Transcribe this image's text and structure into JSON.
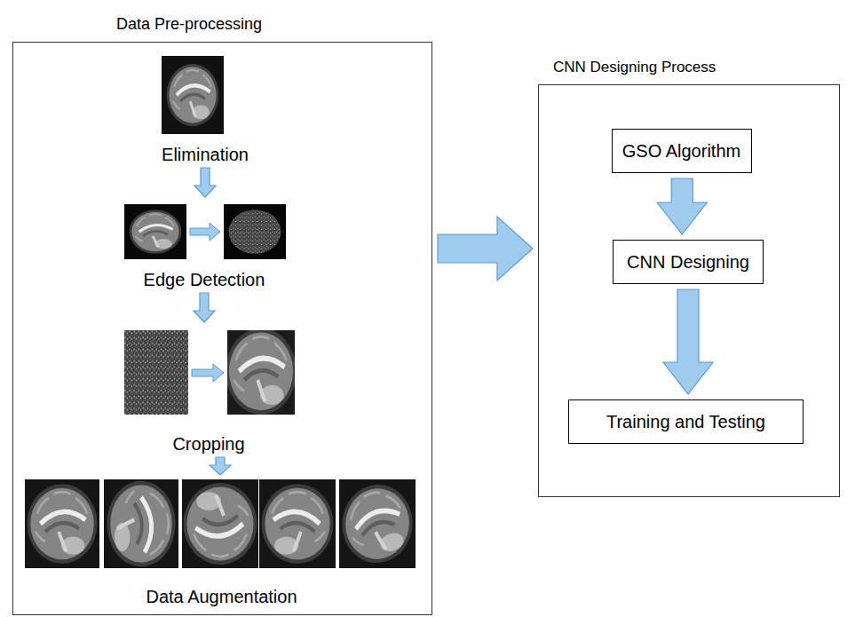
{
  "diagram": {
    "nodes": [
      {
        "text": [
          "Data Pre-processing"
        ]
      },
      {
        "text": [
          "Elimination"
        ],
        "in": 0
      },
      {
        "text": [
          "Edge Detection"
        ],
        "in": 0
      },
      {
        "text": [
          "Cropping"
        ],
        "in": 0
      },
      {
        "text": [
          "Data Augmentation"
        ],
        "in": 0
      },
      {
        "text": [
          "CNN Designing Process"
        ]
      },
      {
        "text": [
          "GSO Algorithm"
        ],
        "in": 5
      },
      {
        "text": [
          "CNN Designing"
        ],
        "in": 5
      },
      {
        "text": [
          "Training and Testing"
        ],
        "in": 5
      }
    ],
    "edges": [
      {
        "from": 1,
        "to": 2,
        "arrow": "to"
      },
      {
        "from": 2,
        "to": 3,
        "arrow": "to"
      },
      {
        "from": 3,
        "to": 4,
        "arrow": "to"
      },
      {
        "from": 0,
        "to": 5,
        "arrow": "to"
      },
      {
        "from": 6,
        "to": 7,
        "arrow": "to"
      },
      {
        "from": 7,
        "to": 8,
        "arrow": "to"
      }
    ]
  }
}
